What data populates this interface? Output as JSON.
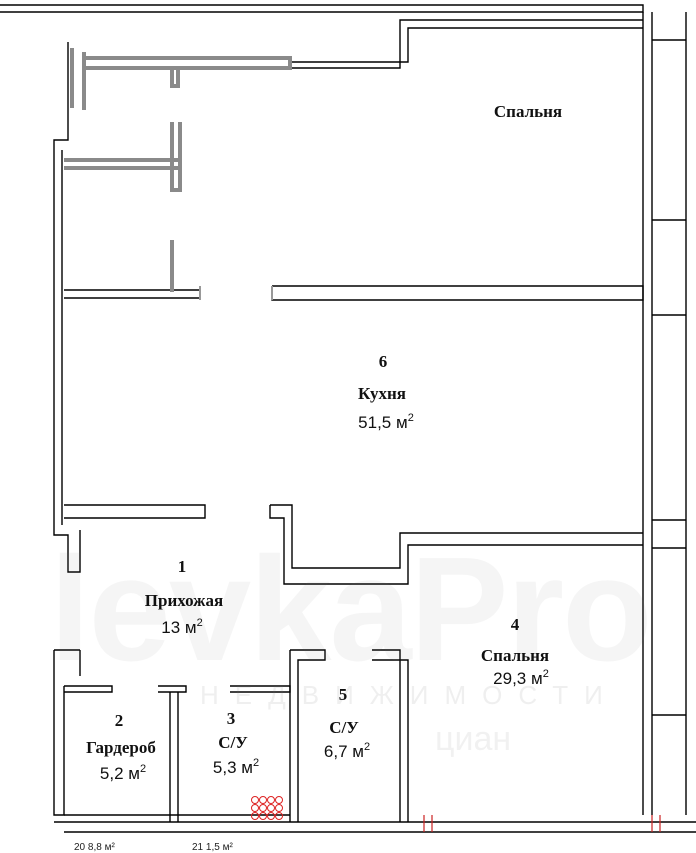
{
  "rooms": [
    {
      "number": "",
      "name": "Спальня",
      "area": "",
      "area_unit": ""
    },
    {
      "number": "6",
      "name": "Кухня",
      "area": "51,5",
      "area_unit": "м"
    },
    {
      "number": "1",
      "name": "Прихожая",
      "area": "13",
      "area_unit": "м"
    },
    {
      "number": "4",
      "name": "Спальня",
      "area": "29,3",
      "area_unit": "м"
    },
    {
      "number": "2",
      "name": "Гардероб",
      "area": "5,2",
      "area_unit": "м"
    },
    {
      "number": "3",
      "name": "С/У",
      "area": "5,3",
      "area_unit": "м"
    },
    {
      "number": "5",
      "name": "С/У",
      "area": "6,7",
      "area_unit": "м"
    }
  ],
  "area_superscript": "2",
  "watermark": {
    "logo": "levkaPro",
    "tagline": "НЕДВИЖИМОСТИ",
    "cian": "циан"
  },
  "bottom_notes": [
    "20 8,8 м²",
    "21 1,5 м²"
  ],
  "colors": {
    "wall": "#000000",
    "partition_gray": "#8a8a8a",
    "window_red": "#cc2222"
  }
}
